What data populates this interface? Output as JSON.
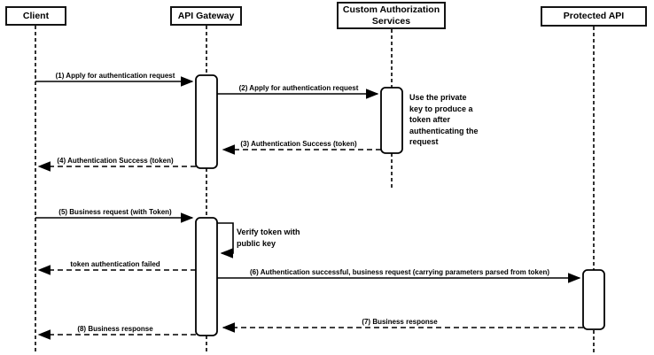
{
  "diagram": {
    "kind": "sequence-diagram",
    "colors": {
      "stroke": "#000000",
      "fill": "#ffffff",
      "text": "#000000"
    },
    "actors": [
      {
        "label": "Client"
      },
      {
        "label": "API Gateway"
      },
      {
        "label": "Custom Authorization Services"
      },
      {
        "label": "Protected API"
      }
    ],
    "messages": [
      {
        "label": "(1) Apply for authentication request",
        "from": "Client",
        "to": "API Gateway",
        "line": "solid"
      },
      {
        "label": "(2) Apply for authentication request",
        "from": "API Gateway",
        "to": "Custom Authorization Services",
        "line": "solid"
      },
      {
        "label": "(3) Authentication Success (token)",
        "from": "Custom Authorization Services",
        "to": "API Gateway",
        "line": "dashed"
      },
      {
        "label": "(4) Authentication Success (token)",
        "from": "API Gateway",
        "to": "Client",
        "line": "dashed"
      },
      {
        "label": "(5) Business request (with Token)",
        "from": "Client",
        "to": "API Gateway",
        "line": "solid"
      },
      {
        "label": "token authentication failed",
        "from": "API Gateway",
        "to": "Client",
        "line": "dashed"
      },
      {
        "label": "(6) Authentication successful, business request (carrying parameters parsed from token)",
        "from": "API Gateway",
        "to": "Protected API",
        "line": "solid"
      },
      {
        "label": "(7) Business response",
        "from": "Protected API",
        "to": "API Gateway",
        "line": "dashed"
      },
      {
        "label": "(8) Business response",
        "from": "API Gateway",
        "to": "Client",
        "line": "dashed"
      }
    ],
    "notes": [
      {
        "label": "Use the private key to produce a token after authenticating the request",
        "attached_to": "Custom Authorization Services"
      },
      {
        "label": "Verify token with public key",
        "attached_to": "API Gateway",
        "kind": "self-message"
      }
    ]
  }
}
